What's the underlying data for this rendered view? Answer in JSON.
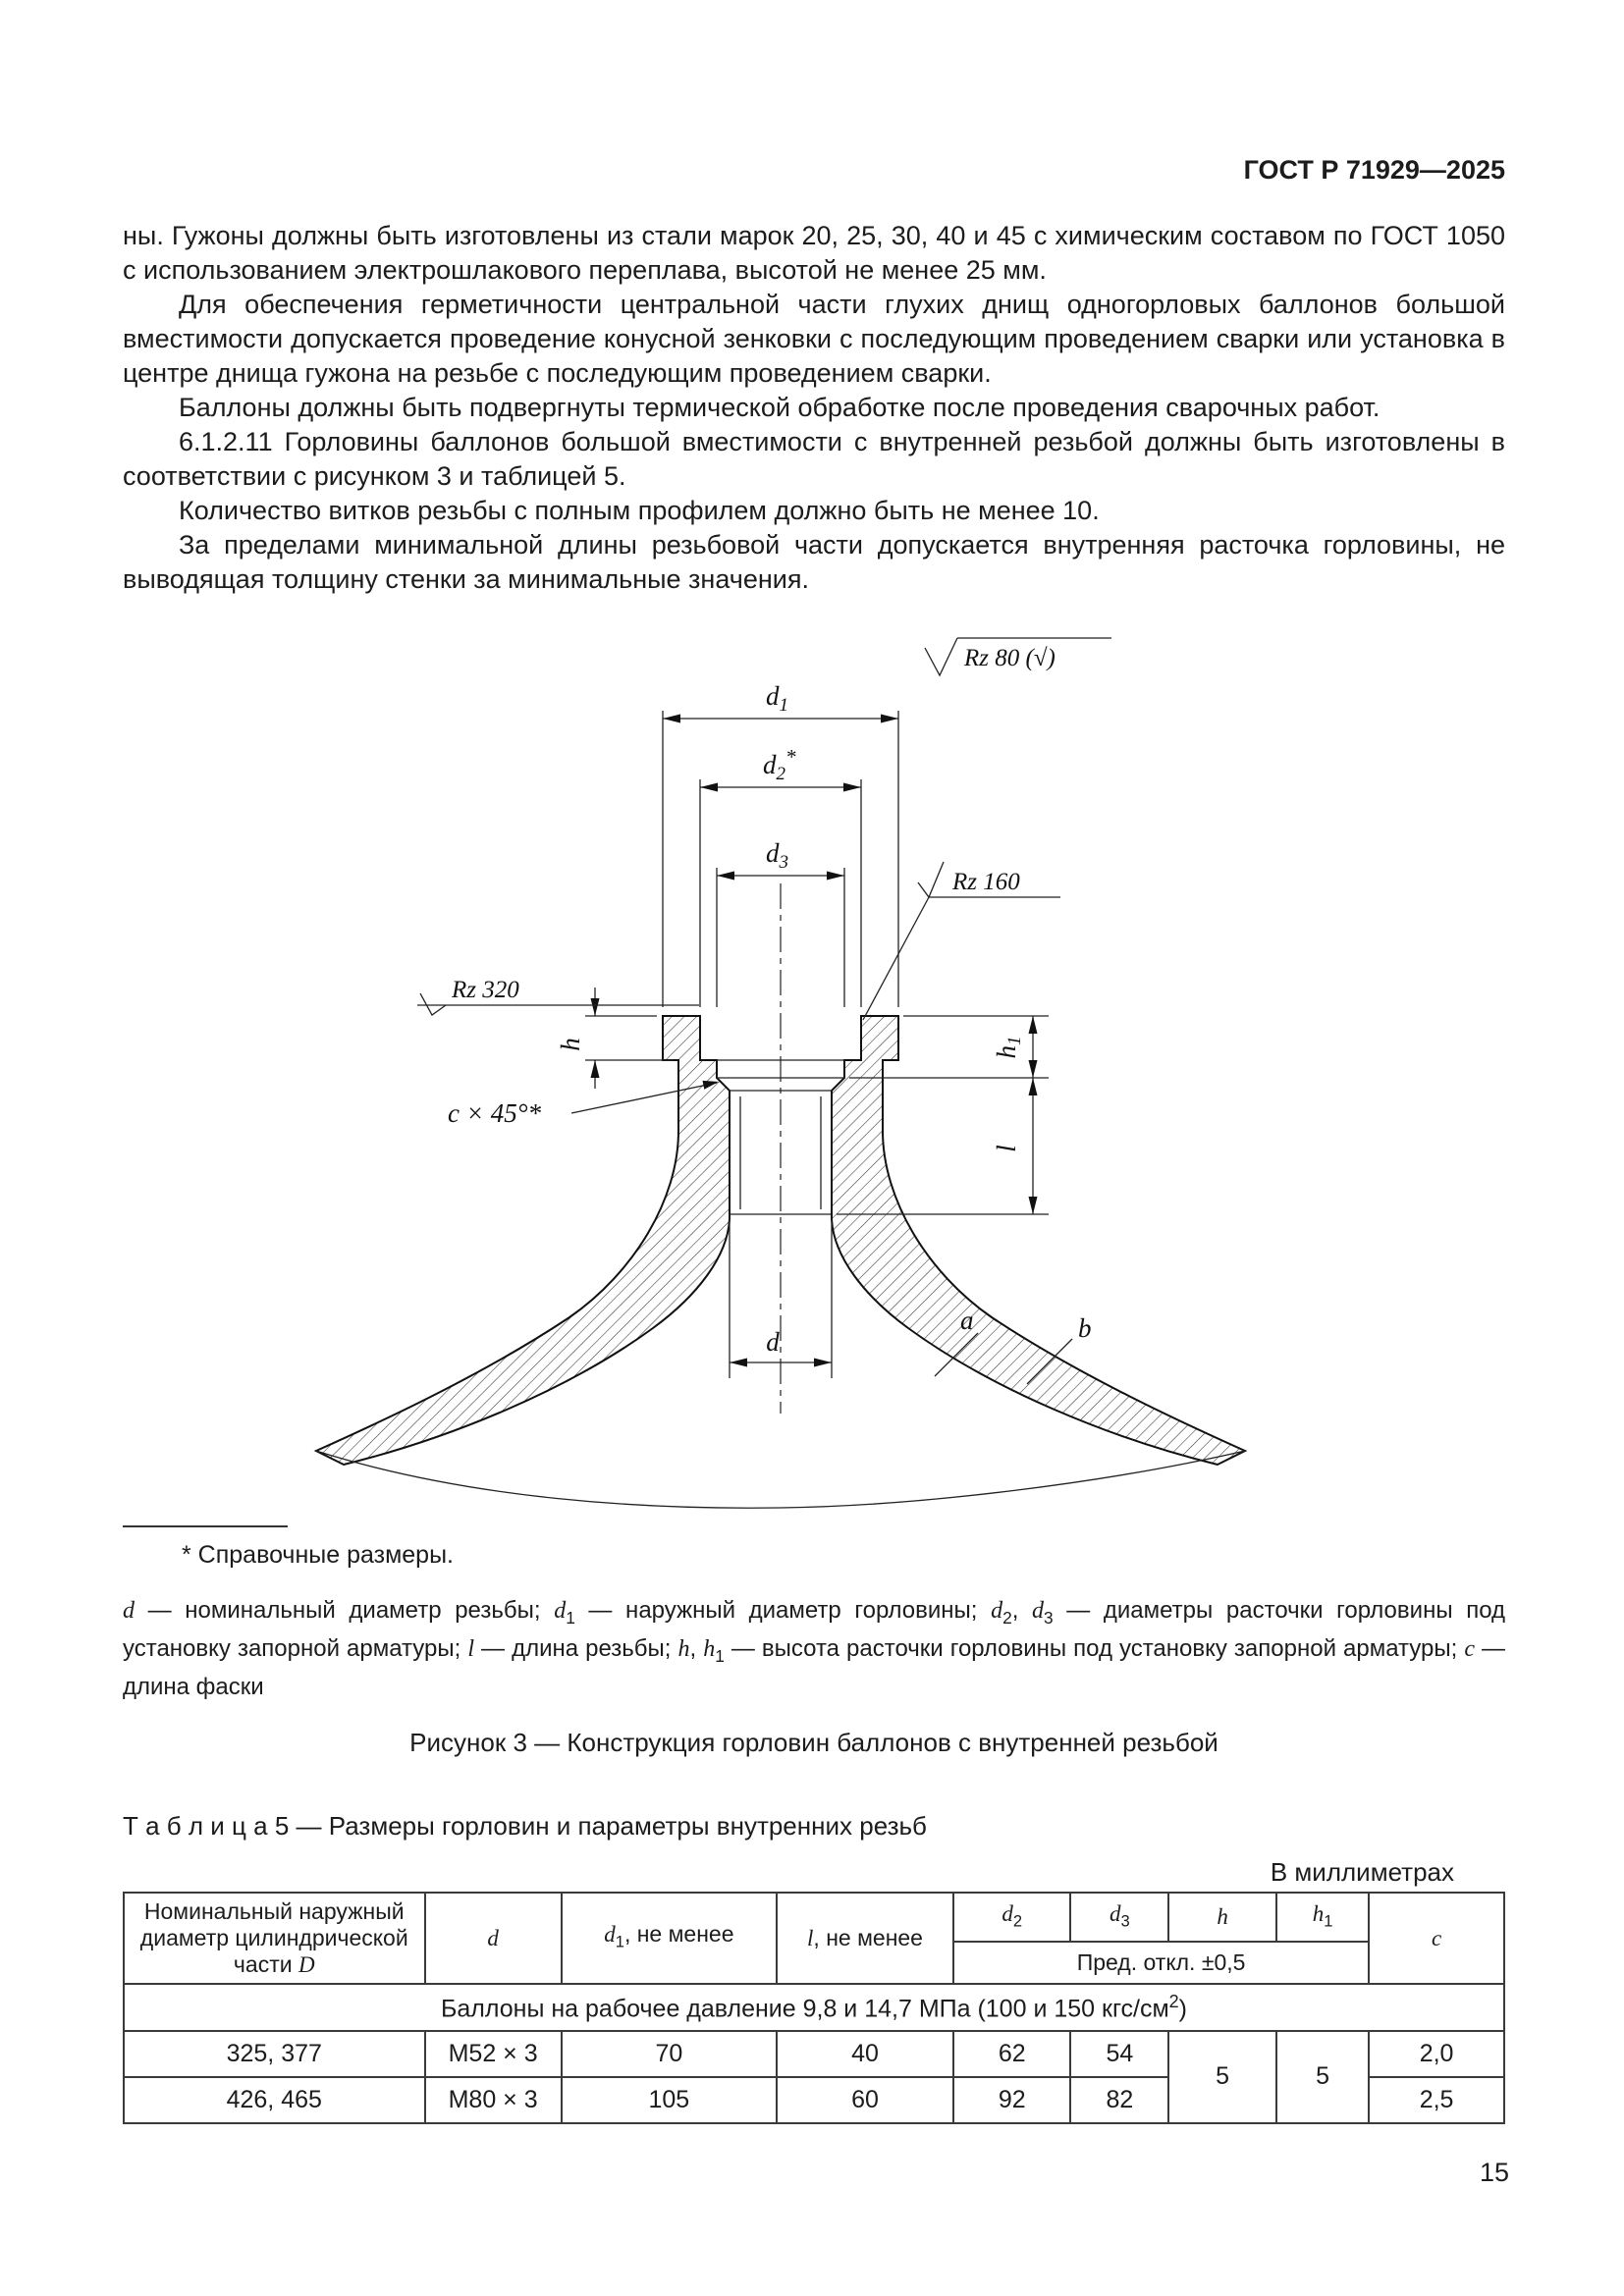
{
  "header": {
    "doc_code": "ГОСТ Р 71929—2025"
  },
  "paragraphs": [
    {
      "text": "ны. Гужоны должны быть изготовлены из стали марок 20, 25, 30, 40 и 45 с химическим составом по ГОСТ 1050 с использованием электрошлакового переплава, высотой не менее 25 мм."
    },
    {
      "text": "Для обеспечения герметичности центральной части глухих днищ одногорловых баллонов большой вместимости допускается проведение конусной зенковки с последующим проведением сварки или установка в центре днища гужона на резьбе с последующим проведением сварки."
    },
    {
      "text": "Баллоны должны быть подвергнуты термической обработке после проведения сварочных работ."
    },
    {
      "text": "6.1.2.11 Горловины баллонов большой вместимости с внутренней резьбой должны быть изготовлены в соответствии с рисунком 3 и таблицей 5."
    },
    {
      "text": "Количество витков резьбы с полным профилем должно быть не менее 10."
    },
    {
      "text": "За пределами минимальной длины резьбовой части допускается внутренняя расточка горловины, не выводящая толщину стенки за минимальные значения."
    }
  ],
  "figure": {
    "roughness": {
      "top": "Rz 80 (√)",
      "mid": "Rz 160",
      "left": "Rz 320"
    },
    "labels": {
      "d1": {
        "base": "d",
        "sub": "1"
      },
      "d2": {
        "base": "d",
        "sub": "2",
        "star": "*"
      },
      "d3": {
        "base": "d",
        "sub": "3"
      },
      "d": "d",
      "h": "h",
      "h1": {
        "base": "h",
        "sub": "1"
      },
      "l": "l",
      "chamfer": "c × 45°*",
      "marker_a": "a",
      "marker_b": "b"
    },
    "footnote": "* Справочные размеры.",
    "legend_segments": [
      {
        "i": "d"
      },
      {
        "t": " — номинальный диаметр резьбы; "
      },
      {
        "i": "d"
      },
      {
        "s": "1"
      },
      {
        "t": " — наружный диаметр горловины; "
      },
      {
        "i": "d"
      },
      {
        "s": "2"
      },
      {
        "t": ", "
      },
      {
        "i": "d"
      },
      {
        "s": "3"
      },
      {
        "t": " — диаметры расточки горловины под установку запорной арматуры; "
      },
      {
        "i": "l"
      },
      {
        "t": " — длина резьбы; "
      },
      {
        "i": "h"
      },
      {
        "t": ", "
      },
      {
        "i": "h"
      },
      {
        "s": "1"
      },
      {
        "t": " — высота расточки горловины под установку запорной арматуры; "
      },
      {
        "i": "c"
      },
      {
        "t": " — длина фаски"
      }
    ],
    "caption": "Рисунок 3 — Конструкция горловин баллонов с внутренней резьбой"
  },
  "table": {
    "title": "Т а б л и ц а  5 — Размеры горловин и параметры внутренних резьб",
    "units": "В  миллиметрах",
    "head": {
      "c1": [
        {
          "t": "Номинальный наружный диаметр цилиндрической части "
        },
        {
          "i": "D"
        }
      ],
      "c2": [
        {
          "i": "d"
        }
      ],
      "c3": [
        {
          "i": "d"
        },
        {
          "s": "1"
        },
        {
          "t": ", не менее"
        }
      ],
      "c4": [
        {
          "i": "l"
        },
        {
          "t": ", не менее"
        }
      ],
      "c5": [
        {
          "i": "d"
        },
        {
          "s": "2"
        }
      ],
      "c6": [
        {
          "i": "d"
        },
        {
          "s": "3"
        }
      ],
      "c7": [
        {
          "i": "h"
        }
      ],
      "c8": [
        {
          "i": "h"
        },
        {
          "s": "1"
        }
      ],
      "c9": [
        {
          "i": "c"
        }
      ],
      "tolerance": "Пред. откл. ±0,5"
    },
    "section_segments": [
      {
        "t": "Баллоны на рабочее давление 9,8 и 14,7 МПа (100 и 150 кгс/см"
      },
      {
        "u": "2"
      },
      {
        "t": ")"
      }
    ],
    "rows": [
      {
        "D": "325, 377",
        "d": "М52 × 3",
        "d1": "70",
        "l": "40",
        "d2": "62",
        "d3": "54",
        "h": "5",
        "h1": "5",
        "c": "2,0"
      },
      {
        "D": "426, 465",
        "d": "М80 × 3",
        "d1": "105",
        "l": "60",
        "d2": "92",
        "d3": "82",
        "c": "2,5"
      }
    ]
  },
  "page_number": "15"
}
